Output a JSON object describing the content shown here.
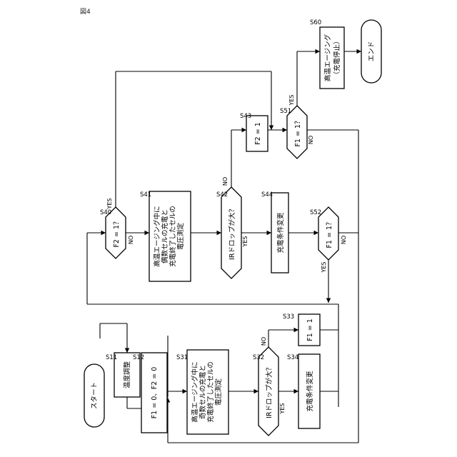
{
  "figure_label": "図4",
  "steps": {
    "start": "スタート",
    "s11": "温度調整",
    "s12": "F1 = 0、F2 = 0",
    "s31": [
      "高温エージング中に",
      "奇数セルの充電と",
      "充電終了したセルの",
      "電圧測定"
    ],
    "s32": "IRドロップが大？",
    "s33": "F1 = 1",
    "s34": "充電条件変更",
    "s40": "F2 = 1？",
    "s41": [
      "高温エージング中に",
      "偶数セルの充電と",
      "充電終了したセルの",
      "電圧測定"
    ],
    "s42": "IRドロップが大？",
    "s43": "F2 = 1",
    "s44": "充電条件変更",
    "s51": "F1 = 1？",
    "s52": "F1 = 1？",
    "s60": [
      "高温エージング",
      "（充電停止）"
    ],
    "end": "エンド"
  },
  "step_ids": {
    "s11": "S11",
    "s12": "S12",
    "s31": "S31",
    "s32": "S32",
    "s33": "S33",
    "s34": "S34",
    "s40": "S40",
    "s41": "S41",
    "s42": "S42",
    "s43": "S43",
    "s44": "S44",
    "s51": "S51",
    "s52": "S52",
    "s60": "S60"
  },
  "branch": {
    "yes": "YES",
    "no": "NO"
  }
}
